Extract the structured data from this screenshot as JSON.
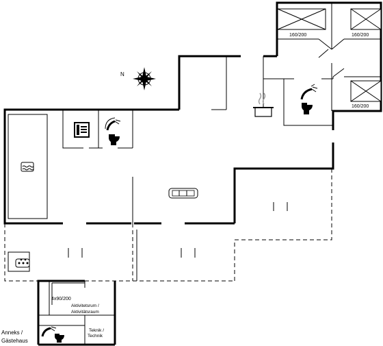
{
  "compass": {
    "north_label": "N",
    "icon": "compass-rose-icon"
  },
  "rooms": {
    "bedroom_1_bed": "160/200",
    "bedroom_2_bed": "160/200",
    "bedroom_3_bed": "160/200",
    "annex_bed": "4x90/200",
    "activity_room_line1": "Aktivitetsrum /",
    "activity_room_line2": "Aktivitätsraum",
    "technical_room_line1": "Teknik /",
    "technical_room_line2": "Technik"
  },
  "annex": {
    "line1": "Anneks /",
    "line2": "Gästehaus"
  },
  "icons": [
    "double-bed-icon",
    "kitchen-pot-icon",
    "shower-toilet-icon",
    "washing-machine-icon",
    "sofa-icon",
    "pool-icon",
    "spa-icon"
  ]
}
